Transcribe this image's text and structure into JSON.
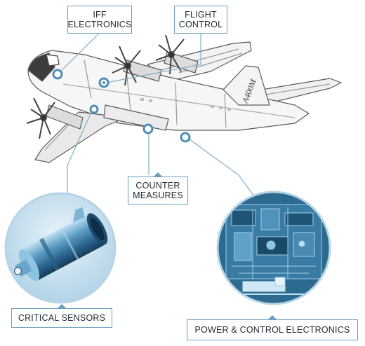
{
  "colors": {
    "accent": "#4f8db5",
    "leader_line": "#7fb0cc",
    "photo_tint": "#3e7ea4",
    "label_border": "#6d9fbd"
  },
  "aircraft": {
    "tail_marking": "A400M"
  },
  "labels": {
    "iff": "IFF\nELECTRONICS",
    "flight_control": "FLIGHT\nCONTROL",
    "counter_measures": "COUNTER\nMEASURES",
    "critical_sensors": "CRITICAL SENSORS",
    "power_control": "POWER & CONTROL ELECTRONICS"
  },
  "photos": {
    "left": "sensor-cylinder",
    "right": "circuit-board"
  }
}
